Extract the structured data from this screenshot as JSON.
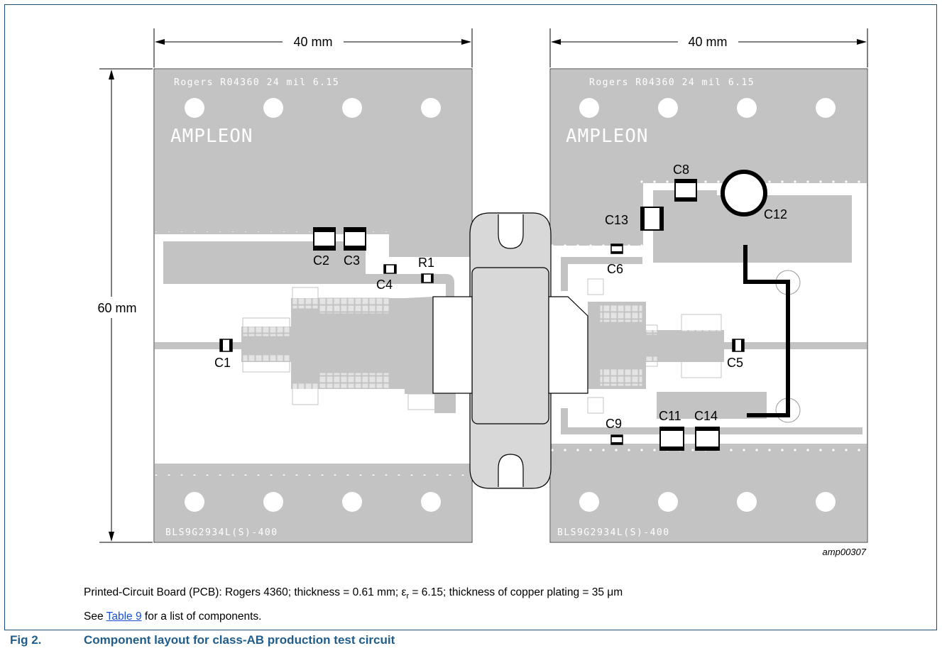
{
  "dimensions": {
    "width_left": "40 mm",
    "width_right": "40 mm",
    "height": "60 mm"
  },
  "boards": {
    "left": {
      "header_text": "Rogers R04360  24 mil  6.15",
      "logo": "AMPLEON",
      "footer_text": "BLS9G2934L(S)-400"
    },
    "right": {
      "header_text": "Rogers R04360  24 mil  6.15",
      "logo": "AMPLEON",
      "footer_text": "BLS9G2934L(S)-400"
    }
  },
  "components": {
    "c1": "C1",
    "c2": "C2",
    "c3": "C3",
    "c4": "C4",
    "r1": "R1",
    "c5": "C5",
    "c6": "C6",
    "c8": "C8",
    "c9": "C9",
    "c11": "C11",
    "c12": "C12",
    "c13": "C13",
    "c14": "C14"
  },
  "drawing_code": "amp00307",
  "caption": {
    "pcb_prefix": "Printed-Circuit Board (PCB): Rogers 4360; thickness = 0.61 mm; ",
    "eps": "ε",
    "eps_sub": "r",
    "pcb_suffix": " = 6.15; thickness of copper plating = 35 μm",
    "see_prefix": "See ",
    "see_link": "Table 9",
    "see_suffix": " for a list of components."
  },
  "figure": {
    "number": "Fig 2.",
    "title": "Component layout for class-AB production test circuit"
  }
}
